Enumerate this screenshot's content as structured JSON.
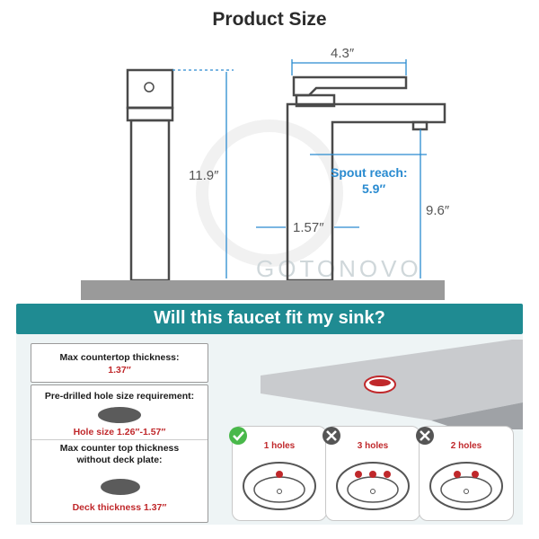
{
  "title": "Product Size",
  "dimensions": {
    "width": "4.3″",
    "height_total": "11.9″",
    "spout_reach_label": "Spout reach:",
    "spout_reach_value": "5.9″",
    "spout_height": "9.6″",
    "base_width": "1.57″"
  },
  "watermark": "GOTONOVO",
  "fit": {
    "title": "Will this faucet fit my sink?",
    "thickness_label": "Max countertop thickness:",
    "thickness_value": "1.37″",
    "hole_req_label": "Pre-drilled hole size requirement:",
    "hole_size": "Hole size 1.26″-1.57″",
    "no_plate_label_1": "Max counter top thickness",
    "no_plate_label_2": "without deck plate:",
    "deck_thickness": "Deck thickness 1.37″",
    "options": [
      {
        "label": "1 holes",
        "fits": true
      },
      {
        "label": "3 holes",
        "fits": false
      },
      {
        "label": "2 holes",
        "fits": false
      }
    ]
  },
  "colors": {
    "accent": "#1f8b92",
    "dimension_blue": "#2a8bd0",
    "highlight_red": "#c0282b",
    "check_green": "#49b84a"
  }
}
